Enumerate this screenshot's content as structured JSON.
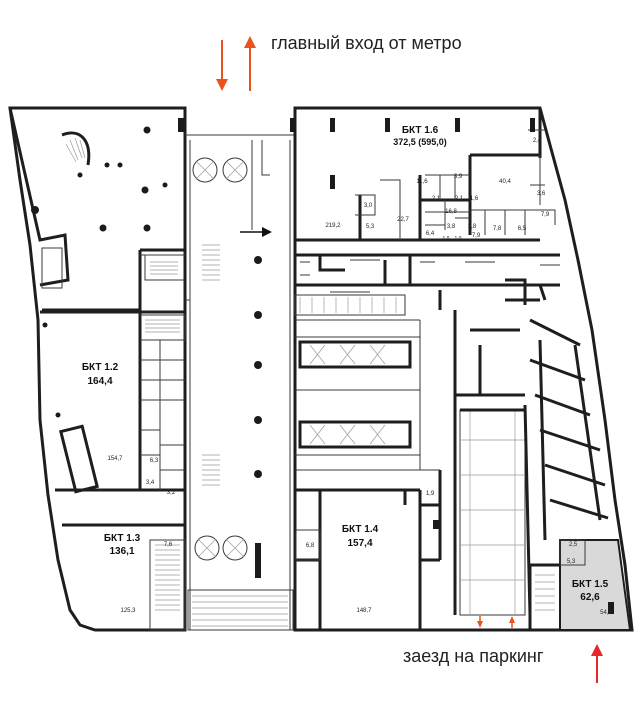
{
  "captions": {
    "metro": "главный вход от метро",
    "parking": "заезд на паркинг"
  },
  "colors": {
    "arrow": "#e8531f",
    "wall": "#1e1e1e",
    "highlight_unit": "#d9d9d9"
  },
  "units": [
    {
      "code": "БКТ 1.2",
      "area": "164,4"
    },
    {
      "code": "БКТ 1.3",
      "area": "136,1"
    },
    {
      "code": "БКТ 1.4",
      "area": "157,4"
    },
    {
      "code": "БКТ 1.5",
      "area": "62,6"
    },
    {
      "code": "БКТ 1.6",
      "area": "372,5 (595,0)"
    }
  ],
  "room_labels": [
    "2,4",
    "3,9",
    "40,4",
    "11,6",
    "3,6",
    "2,1",
    "2,1",
    "1,6",
    "16,8",
    "3,0",
    "22,7",
    "7,9",
    "219,2",
    "5,3",
    "6,4",
    "3,8",
    "3,8",
    "7,8",
    "6,5",
    "1,0",
    "1,0",
    "7,9",
    "154,7",
    "6,3",
    "3,4",
    "3,2",
    "1,9",
    "7,6",
    "6,8",
    "125,3",
    "148,7",
    "2,5",
    "5,3",
    "54,8"
  ]
}
